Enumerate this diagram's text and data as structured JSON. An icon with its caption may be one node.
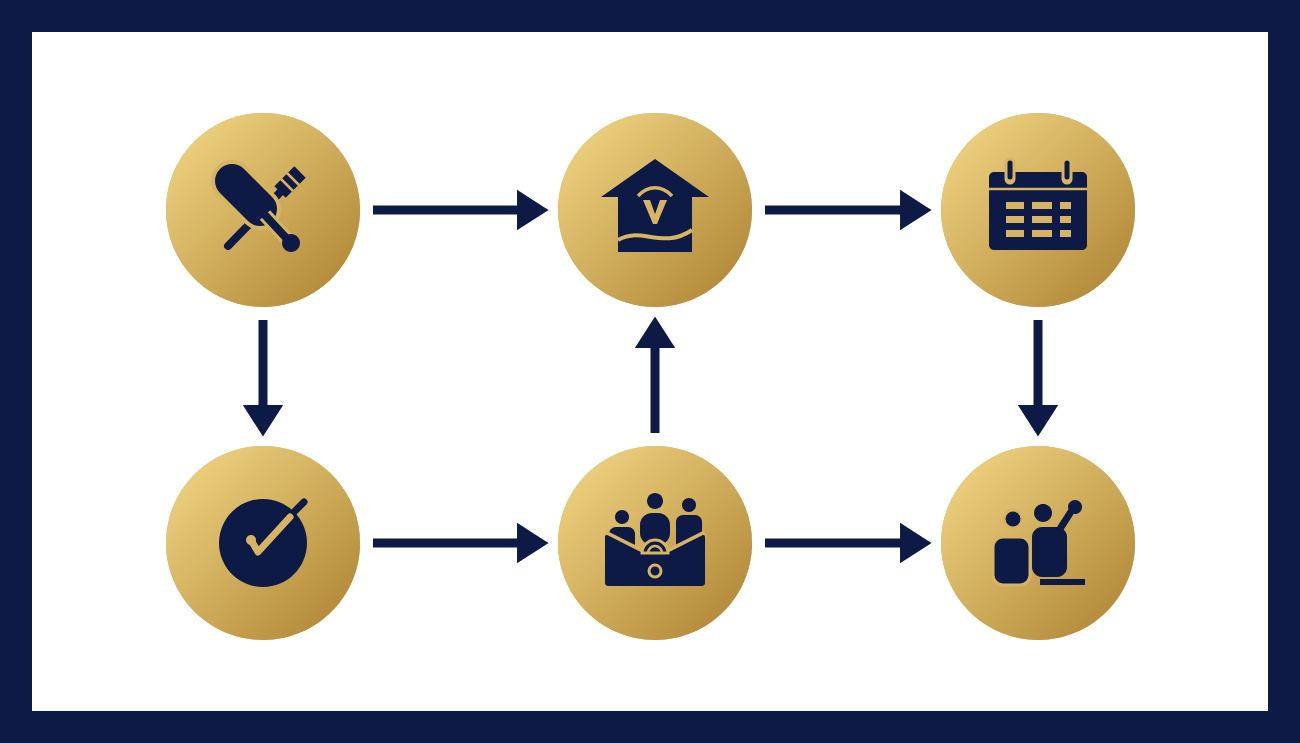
{
  "diagram": {
    "nodes": [
      {
        "text": [],
        "shape": "circle"
      },
      {
        "text": [],
        "shape": "circle"
      },
      {
        "text": [],
        "shape": "circle"
      },
      {
        "text": [],
        "shape": "circle"
      },
      {
        "text": [],
        "shape": "circle"
      },
      {
        "text": [],
        "shape": "circle"
      }
    ],
    "edges": [
      {
        "from": 0,
        "to": 1,
        "arrow": "to"
      },
      {
        "from": 1,
        "to": 2,
        "arrow": "to"
      },
      {
        "from": 0,
        "to": 3,
        "arrow": "to"
      },
      {
        "from": 4,
        "to": 1,
        "arrow": "to"
      },
      {
        "from": 2,
        "to": 5,
        "arrow": "to"
      },
      {
        "from": 3,
        "to": 4,
        "arrow": "to"
      },
      {
        "from": 4,
        "to": 5,
        "arrow": "to"
      }
    ]
  }
}
